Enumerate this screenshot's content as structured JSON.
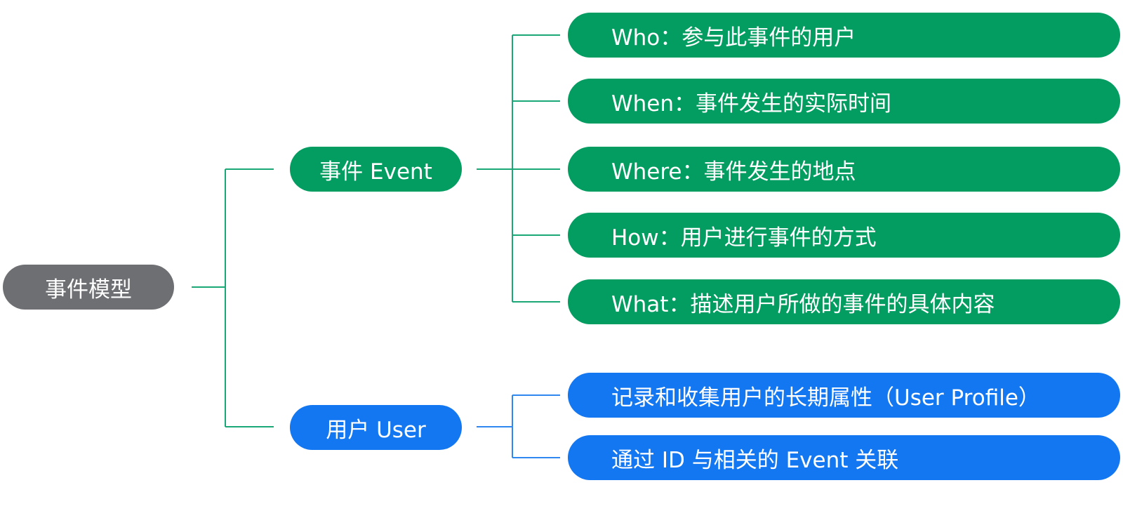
{
  "colors": {
    "root": "#6e6f72",
    "event": "#039d61",
    "user": "#1377f2",
    "event_line": "#1aa877",
    "user_line": "#2f87f0"
  },
  "root": {
    "label": "事件模型"
  },
  "event": {
    "label": "事件 Event",
    "items": [
      "Who：参与此事件的用户",
      "When：事件发生的实际时间",
      "Where：事件发生的地点",
      "How：用户进行事件的方式",
      "What：描述用户所做的事件的具体内容"
    ]
  },
  "user": {
    "label": "用户 User",
    "items": [
      "记录和收集用户的长期属性（User Profile）",
      "通过 ID 与相关的 Event 关联"
    ]
  }
}
